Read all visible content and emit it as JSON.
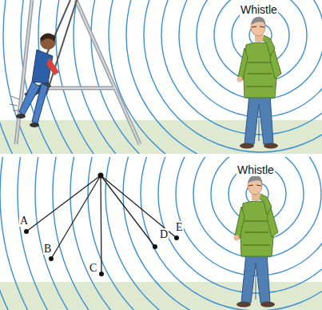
{
  "diagram": {
    "labels": [
      "Whistle",
      "A",
      "B",
      "C",
      "D",
      "E",
      "Whistle"
    ]
  }
}
